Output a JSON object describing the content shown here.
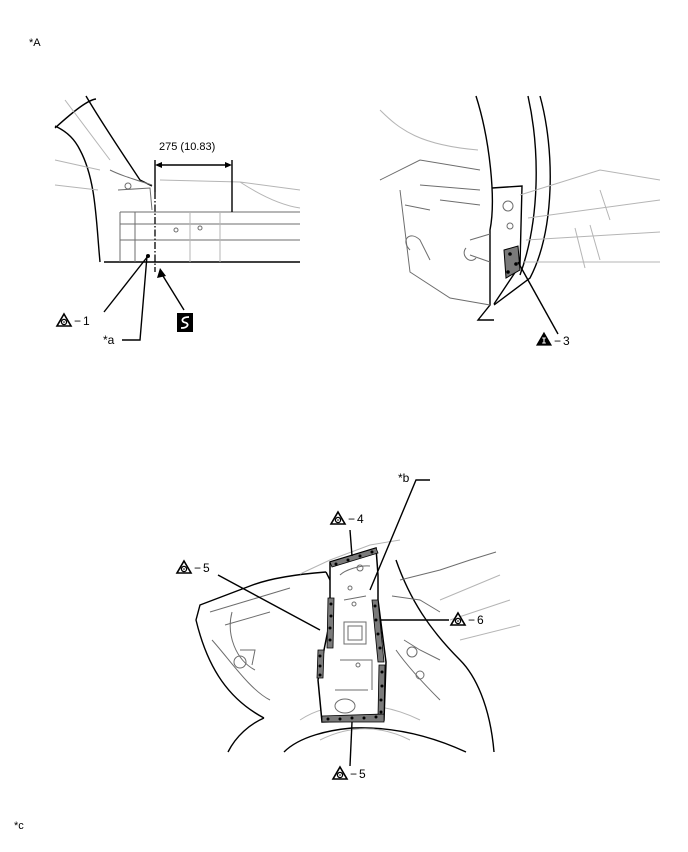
{
  "labels": {
    "top_left": "*A",
    "bottom_left": "*c",
    "pointer_a": "*a",
    "pointer_b": "*b"
  },
  "dimension": "275 (10.83)",
  "callouts": {
    "c1": "1",
    "c3": "3",
    "c4": "4",
    "c5_top": "5",
    "c5_bottom": "5",
    "c6": "6"
  },
  "dash": "−",
  "icons": {
    "weld_point": "spot-weld-triangle-icon",
    "weld_arc": "arc-weld-triangle-icon",
    "cut": "cut-line-s-icon"
  },
  "colors": {
    "highlight": "#7a7a7a",
    "line": "#000000",
    "faint": "#b5b5b5"
  }
}
